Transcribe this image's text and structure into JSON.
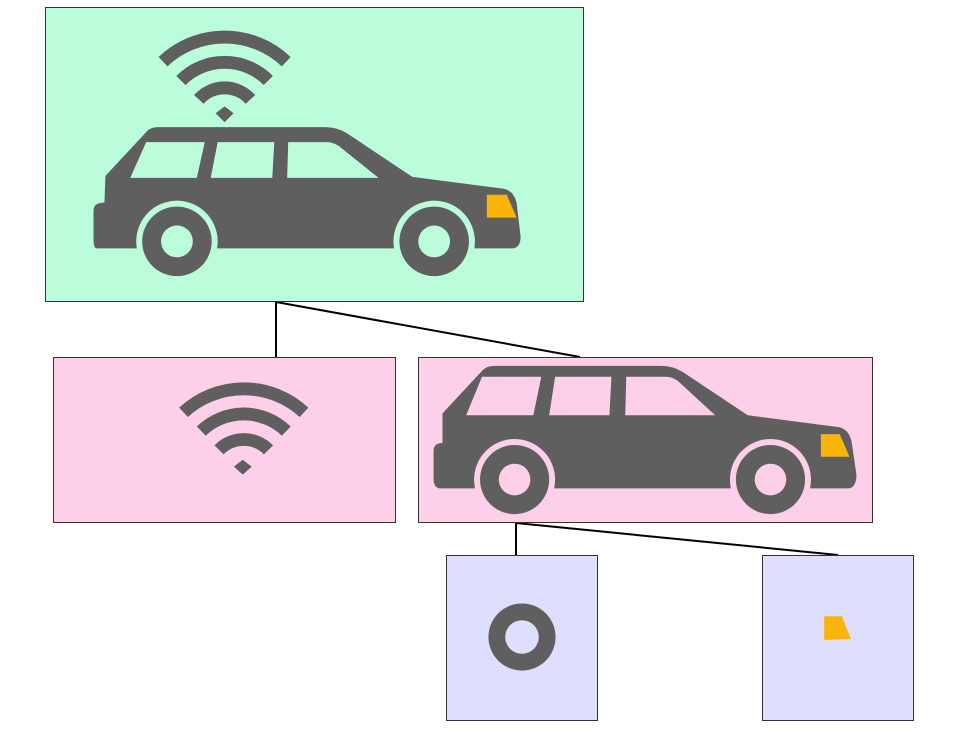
{
  "diagram": {
    "colors": {
      "root_fill": "#bbfddb",
      "part_fill": "#fdcfe8",
      "subpart_fill": "#dddffd",
      "icon_gray": "#5f5f5f",
      "headlight_orange": "#fbb50a",
      "edge": "#000000"
    },
    "nodes": [
      {
        "id": "root",
        "icon": "connected-car-icon",
        "level": 0
      },
      {
        "id": "wifi",
        "icon": "wifi-icon",
        "level": 1
      },
      {
        "id": "car",
        "icon": "car-icon",
        "level": 1
      },
      {
        "id": "wheel",
        "icon": "wheel-icon",
        "level": 2
      },
      {
        "id": "headlight",
        "icon": "headlight-icon",
        "level": 2
      }
    ],
    "edges": [
      {
        "from": "root",
        "to": "wifi"
      },
      {
        "from": "root",
        "to": "car"
      },
      {
        "from": "car",
        "to": "wheel"
      },
      {
        "from": "car",
        "to": "headlight"
      }
    ]
  }
}
